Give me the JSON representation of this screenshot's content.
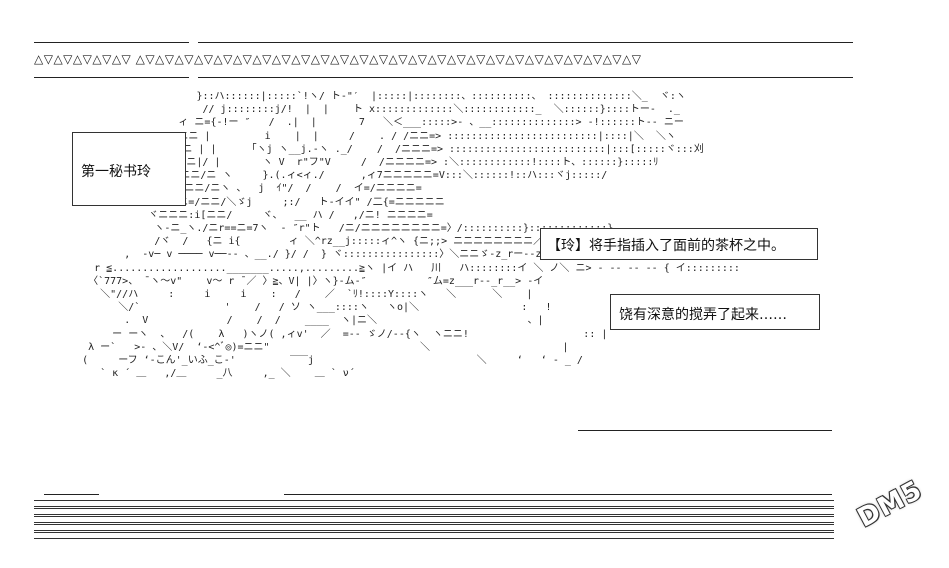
{
  "header": {
    "triangle_row": "△▽△▽△▽△▽△▽ △▽△▽△▽△▽△▽△▽△▽△▽△▽△▽△▽△▽△▽△▽△▽△▽△▽△▽△▽△▽△▽△▽△▽△▽△▽△▽"
  },
  "name_box": {
    "label": "第一秘书玲"
  },
  "dialogues": [
    {
      "text": "【玲】将手指插入了面前的茶杯之中。"
    },
    {
      "text": "饶有深意的搅弄了起来……"
    }
  ],
  "ascii_art": "                       }::ハ::::::|:::::`!ヽ/ ト-\"′  |:::::|::::::::、::::::::::、 ::::::::::::::＼_  ヾ:ヽ\n                        // j::::::::j/!  |  |    ト x:::::::::::::＼::::::::::::_  ＼::::::}::::トー‐  ._\n                    ィ ニ={-!ー ″   /  .|  |       7   ＼＜___:::::>- 、__::::::::::::::> -!::::::ト-- ニー\n                   /ニニ |         i    |  |     /    . / /ニニ=> :::::::::::::::::::::::::|::::|＼  ＼ヽ\n                  /ニニ | |     「ヽj ヽ__j.-ヽ ._/    /  /ニニニ=> ::::::::::::::::::::::::::|:::[:::::ヾ:::刈\n                 /ニニニ|/ |       ヽ V  r\"フ\"V     /  /ニニニニ=> :＼::::::::::::!::::ト、::::::}:::::ﾘ\n                rヲニニニ/ニ ヽ     }.(.ィ<ィ./      ,ィ7ニニニニニ=V:::＼::::::!::ハ:::ヾj:::::/\n               ／ニ\"ニニニ/ニヽ 、  j  ｲ\"/  /    /  イ=/ニニニニ=\n               ニニニニ=/ニニ/＼ゞj     ;:/   ト-イイ\" /二{=ニニニニニ\n               ヾニニニ:i[ニニ/     ヾ、  __ ハ /   ,/ニ! ニニニニ=\n                ヽ-ニ_ヽ./ニr==ニ=7ヽ  - ″r\"ト   /ニ/ニニニニニニニニ=〉/::::::::::}:::::::::::::}\n                /ヾ  /   {ニ i{        ィ ＼^rz__j:::::ィ^ヽ {ニ;;> ニニニニニニニニ／＼::::\n           ,  -v─ v ──── v──-- 、__./ }/ /  } ヾ::::::::::::::::〉＼ニニゞ-z_rー--z{  7   _ノ::\n      r ≦..................._______.....,.........≧ヽ |イ ハ   川   ハ::::::::イ ＼ ノ＼ ニ> - -- -- -- { イ:::::::::\n     〈`777>、 ̄ ヽ〜v\"    v〜 r ̄ ／ 〉≧、V| |〉ヽ}-ム-″          ″ム=z___r--_r__> -イ\n       ＼\"//ハ     :     i     i    :   /    ／  `ﾘ!::::Y::::ヽ   ＼      ＼    |\n          ＼/`              '    /   / ソ ヽ___::::ヽ   ヽo|＼                 :   !\n           .  V             /    /  /    ____  ヽ|ニ＼                         、|\n         ー ーヽ  、  /(    λ   )ヽノ( ,ィv'  ／  =-- ゞノ/--{ヽ  ヽニニ!                   :: |\n     λ ー`   >- 、＼V/  ‘-<^ﾞ◎)=ニニ\"                         ＼                      |\n    (     ーフ ‘-こん'_いふ_こ-'         ‾‾‾j                           ＼     ‘   ‘ - _ /\n       ` κ ´ ＿   ,/＿     _八     ,_ ＼    ＿ ` ν´"
}
